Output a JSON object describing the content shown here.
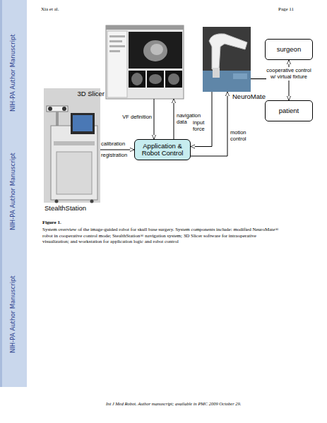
{
  "diagram": {
    "caption": "System overview of the image-guided robot for skull base surgery. System components include: modified NeuroMate® robot in cooperative control mode; StealthStation® navigation system; 3D Slicer software for intraoperative visualization; and workstation for application logic and robot control",
    "nodes": [
      {
        "text": [
          "3D Slicer"
        ]
      },
      {
        "text": [
          "NeuroMate"
        ]
      },
      {
        "text": [
          "surgeon"
        ]
      },
      {
        "text": [
          "StealthStation"
        ]
      },
      {
        "text": [
          "Application & Robot Control"
        ]
      },
      {
        "text": [
          "patient"
        ]
      }
    ],
    "edges": [
      {
        "from": 0,
        "to": 4,
        "label": "VF definition",
        "arrow": "to"
      },
      {
        "from": 4,
        "to": 0,
        "label": "navigation data",
        "arrow": "to"
      },
      {
        "from": 3,
        "to": 4,
        "label": "calibration registration",
        "arrow": "to"
      },
      {
        "from": 1,
        "to": 4,
        "label": "input force",
        "arrow": "to"
      },
      {
        "from": 4,
        "to": 1,
        "label": "motion control",
        "arrow": "to"
      },
      {
        "from": 1,
        "to": 2,
        "label": "cooperative control w/ virtual fixture",
        "arrow": "to"
      },
      {
        "from": 1,
        "to": 5,
        "arrow": "to"
      }
    ],
    "labels": [
      "Xia et al.",
      "Page 11",
      "NIH-PA Author Manuscript",
      "NIH-PA Author Manuscript",
      "NIH-PA Author Manuscript",
      "Figure 1.",
      "Int J Med Robot. Author manuscript; available in PMC 2009 October 29."
    ]
  }
}
